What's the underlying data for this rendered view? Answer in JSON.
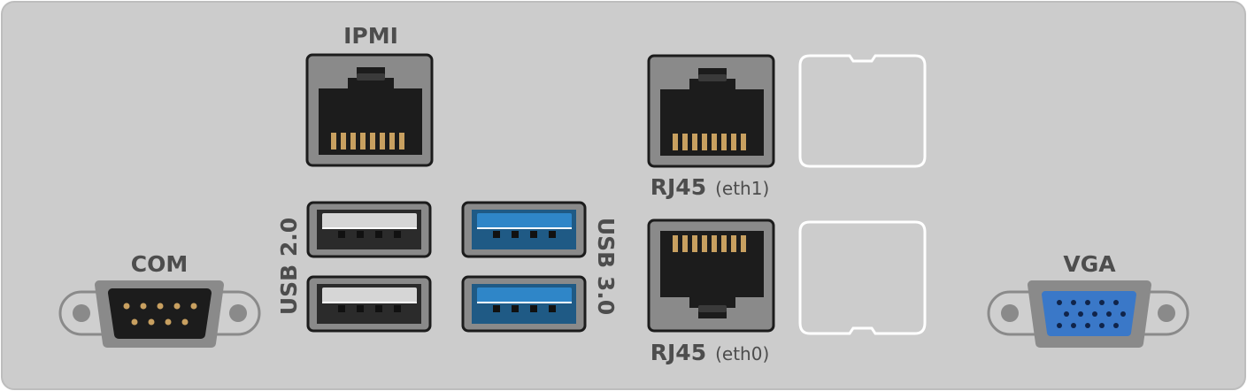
{
  "panel": {
    "background": "#cccccc",
    "border_color": "#bdbdbd",
    "text_color": "#4d4d4d"
  },
  "labels": {
    "ipmi": "IPMI",
    "com": "COM",
    "vga": "VGA",
    "usb2": "USB 2.0",
    "usb3": "USB 3.0",
    "rj45_eth1_main": "RJ45",
    "rj45_eth1_sub": "(eth1)",
    "rj45_eth0_main": "RJ45",
    "rj45_eth0_sub": "(eth0)"
  },
  "colors": {
    "port_housing": "#8a8a8a",
    "port_cavity": "#1c1c1c",
    "rj45_pins": "#c8a060",
    "usb3_blue": "#2f86c8",
    "usb2_tongue": "#d6d6d6",
    "vga_blue": "#3a78c8",
    "sfp_outline": "#ffffff"
  },
  "icons": {
    "rj45": "ethernet-port-icon",
    "usb": "usb-port-icon",
    "serial": "db9-serial-port-icon",
    "vga": "db15-vga-port-icon",
    "sfp": "empty-sfp-cage-icon"
  }
}
